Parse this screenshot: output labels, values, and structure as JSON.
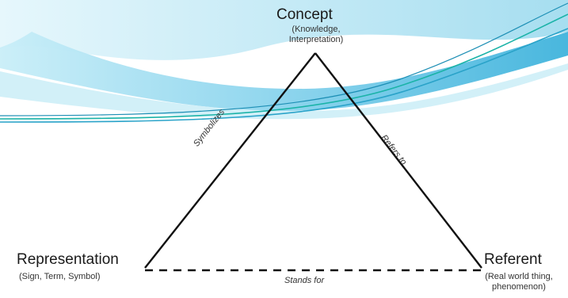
{
  "nodes": {
    "concept": {
      "title": "Concept",
      "subtitle": "(Knowledge, Interpretation)"
    },
    "representation": {
      "title": "Representation",
      "subtitle": "(Sign, Term, Symbol)"
    },
    "referent": {
      "title": "Referent",
      "subtitle": "(Real world thing, phenomenon)"
    }
  },
  "edges": {
    "symbolizes": "Symbolizes",
    "refers_to": "Refers to",
    "stands_for": "Stands for"
  },
  "colors": {
    "line": "#111111",
    "wave_dark": "#2aa3c9",
    "wave_light": "#8fd3ea",
    "wave_teal": "#1bb3a8"
  }
}
